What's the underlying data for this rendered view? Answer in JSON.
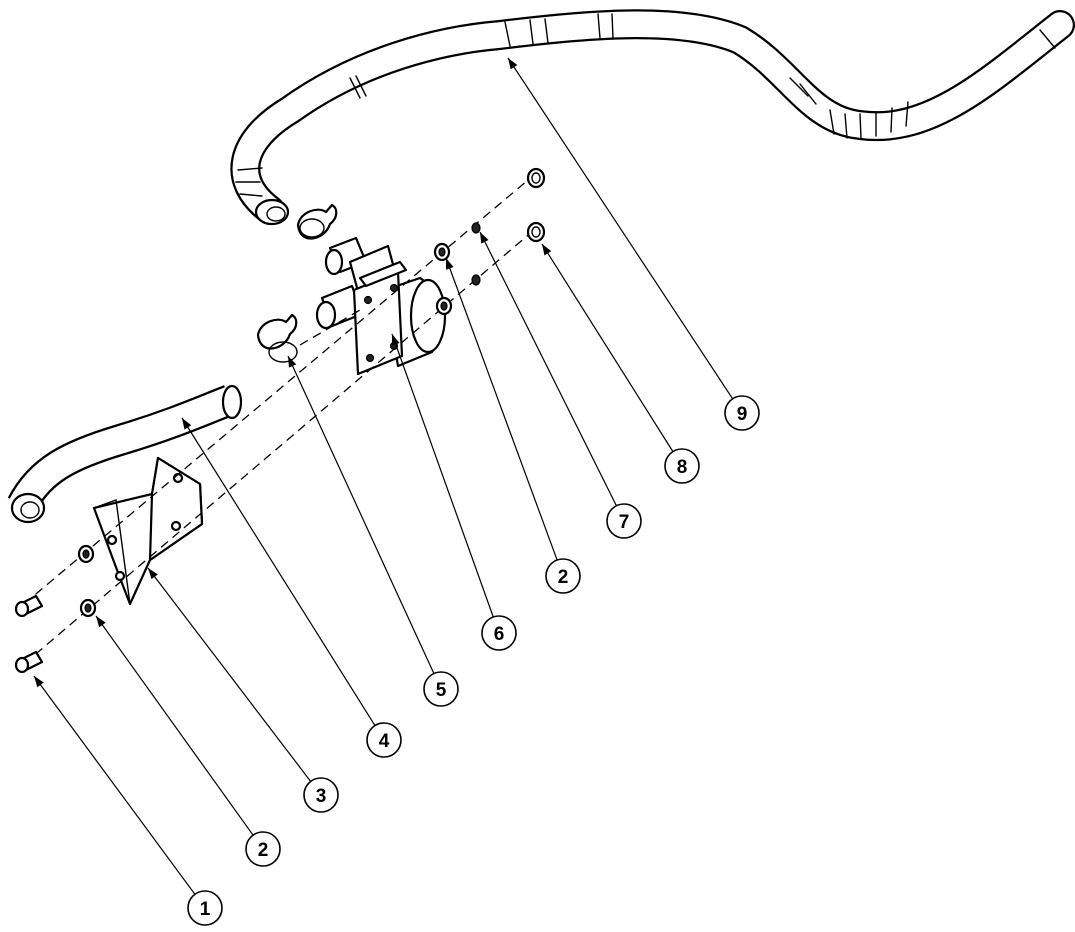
{
  "callouts": [
    {
      "label": "1"
    },
    {
      "label": "2"
    },
    {
      "label": "3"
    },
    {
      "label": "4"
    },
    {
      "label": "5"
    },
    {
      "label": "6"
    },
    {
      "label": "2"
    },
    {
      "label": "7"
    },
    {
      "label": "8"
    },
    {
      "label": "9"
    }
  ]
}
